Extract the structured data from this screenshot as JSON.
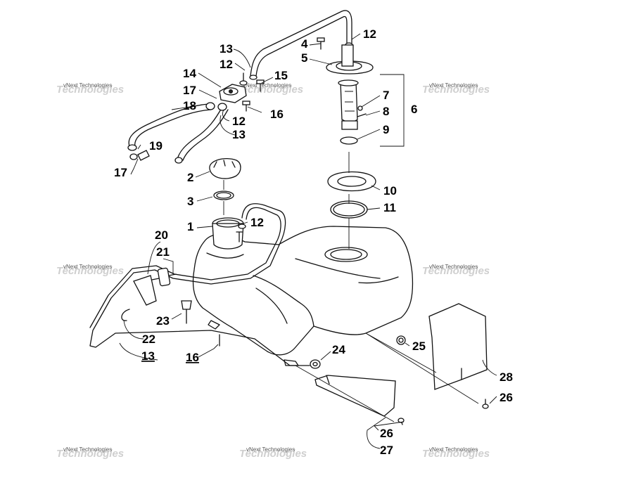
{
  "diagram": {
    "callouts": [
      {
        "id": "c1",
        "text": "1"
      },
      {
        "id": "c2",
        "text": "2"
      },
      {
        "id": "c3",
        "text": "3"
      },
      {
        "id": "c4",
        "text": "4"
      },
      {
        "id": "c5",
        "text": "5"
      },
      {
        "id": "c6",
        "text": "6"
      },
      {
        "id": "c7",
        "text": "7"
      },
      {
        "id": "c8",
        "text": "8"
      },
      {
        "id": "c9",
        "text": "9"
      },
      {
        "id": "c10",
        "text": "10"
      },
      {
        "id": "c11",
        "text": "11"
      },
      {
        "id": "c12a",
        "text": "12"
      },
      {
        "id": "c12b",
        "text": "12"
      },
      {
        "id": "c12c",
        "text": "12"
      },
      {
        "id": "c12d",
        "text": "12"
      },
      {
        "id": "c13a",
        "text": "13"
      },
      {
        "id": "c13b",
        "text": "13"
      },
      {
        "id": "c13c",
        "text": "13"
      },
      {
        "id": "c14",
        "text": "14"
      },
      {
        "id": "c15",
        "text": "15"
      },
      {
        "id": "c16a",
        "text": "16"
      },
      {
        "id": "c16b",
        "text": "16"
      },
      {
        "id": "c17a",
        "text": "17"
      },
      {
        "id": "c17b",
        "text": "17"
      },
      {
        "id": "c18",
        "text": "18"
      },
      {
        "id": "c19",
        "text": "19"
      },
      {
        "id": "c20",
        "text": "20"
      },
      {
        "id": "c21",
        "text": "21"
      },
      {
        "id": "c22",
        "text": "22"
      },
      {
        "id": "c23",
        "text": "23"
      },
      {
        "id": "c24",
        "text": "24"
      },
      {
        "id": "c25",
        "text": "25"
      },
      {
        "id": "c26a",
        "text": "26"
      },
      {
        "id": "c26b",
        "text": "26"
      },
      {
        "id": "c27",
        "text": "27"
      },
      {
        "id": "c28",
        "text": "28"
      }
    ]
  },
  "watermark": {
    "line1": "vNext Technologies",
    "line2": "Technologies"
  }
}
